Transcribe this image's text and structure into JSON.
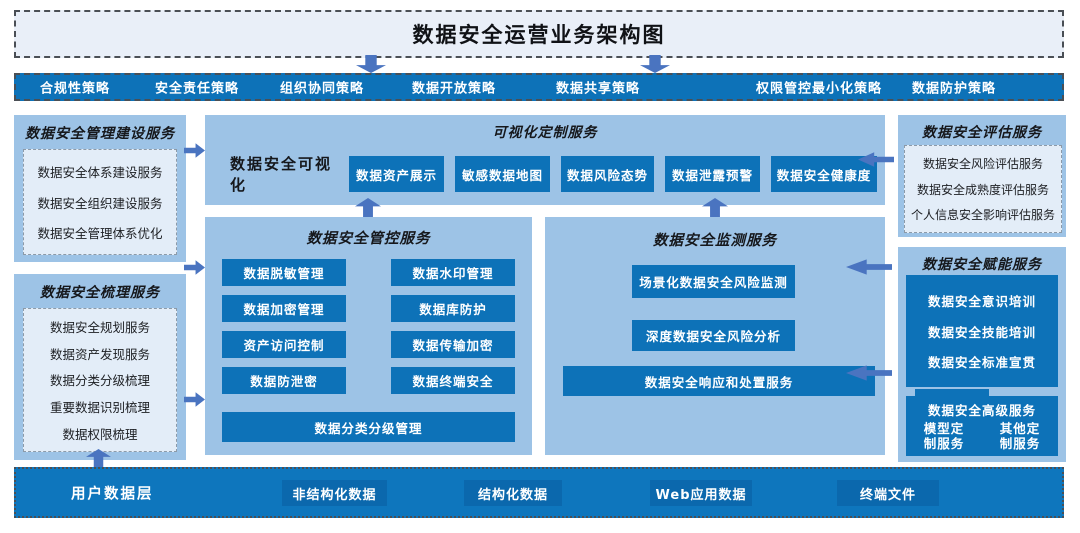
{
  "title": "数据安全运营业务架构图",
  "policies": [
    "合规性策略",
    "安全责任策略",
    "组织协同策略",
    "数据开放策略",
    "数据共享策略",
    "权限管控最小化策略",
    "数据防护策略"
  ],
  "management": {
    "title": "数据安全管理建设服务",
    "items": [
      "数据安全体系建设服务",
      "数据安全组织建设服务",
      "数据安全管理体系优化"
    ]
  },
  "sorting": {
    "title": "数据安全梳理服务",
    "items": [
      "数据安全规划服务",
      "数据资产发现服务",
      "数据分类分级梳理",
      "重要数据识别梳理",
      "数据权限梳理"
    ]
  },
  "visualization": {
    "title": "可视化定制服务",
    "label": "数据安全可视化",
    "buttons": [
      "数据资产展示",
      "敏感数据地图",
      "数据风险态势",
      "数据泄露预警",
      "数据安全健康度"
    ]
  },
  "control": {
    "title": "数据安全管控服务",
    "buttons_left": [
      "数据脱敏管理",
      "数据加密管理",
      "资产访问控制",
      "数据防泄密"
    ],
    "buttons_right": [
      "数据水印管理",
      "数据库防护",
      "数据传输加密",
      "数据终端安全"
    ],
    "wide_button": "数据分类分级管理"
  },
  "monitoring": {
    "title": "数据安全监测服务",
    "buttons": [
      "场景化数据安全风险监测",
      "深度数据安全风险分析"
    ],
    "wide_button": "数据安全响应和处置服务"
  },
  "assessment": {
    "title": "数据安全评估服务",
    "items": [
      "数据安全风险评估服务",
      "数据安全成熟度评估服务",
      "个人信息安全影响评估服务"
    ]
  },
  "enablement": {
    "title": "数据安全赋能服务",
    "items": [
      "数据安全意识培训",
      "数据安全技能培训",
      "数据安全标准宣贯"
    ],
    "advanced_header": "数据安全高级服务",
    "advanced_items": [
      "模型定制服务",
      "其他定制服务"
    ]
  },
  "data_layer": {
    "label": "用户数据层",
    "chips": [
      "非结构化数据",
      "结构化数据",
      "Web应用数据",
      "终端文件"
    ]
  },
  "colors": {
    "dark_blue": "#0d72b8",
    "light_blue": "#9dc3e6",
    "pale_blue": "#e9eff8",
    "inner_pale": "#e3edf8",
    "arrow_blue": "#4a74c0",
    "chip_blue": "#0b68ad"
  }
}
